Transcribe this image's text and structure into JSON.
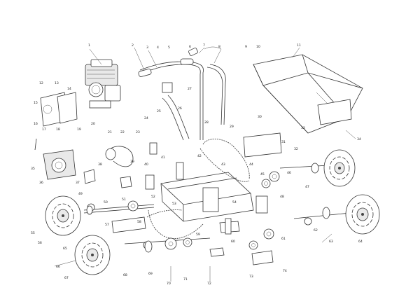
{
  "diagram": {
    "kind": "exploded parts view",
    "subject": "tracked/wheeled power barrow with dump bucket",
    "line_color": "#333333",
    "background": "#ffffff",
    "callouts": [
      "1",
      "2",
      "3",
      "4",
      "5",
      "6",
      "7",
      "8",
      "9",
      "10",
      "11",
      "12",
      "13",
      "14",
      "15",
      "16",
      "17",
      "18",
      "19",
      "20",
      "21",
      "22",
      "23",
      "24",
      "25",
      "26",
      "27",
      "28",
      "29",
      "30",
      "31",
      "32",
      "33",
      "34",
      "35",
      "36",
      "37",
      "38",
      "39",
      "40",
      "41",
      "42",
      "43",
      "44",
      "45",
      "46",
      "47",
      "48",
      "49",
      "50",
      "51",
      "52",
      "53",
      "54",
      "55",
      "56",
      "57",
      "58",
      "59",
      "60",
      "61",
      "62",
      "63",
      "64",
      "65",
      "66",
      "67",
      "68",
      "69",
      "70",
      "71",
      "72",
      "73",
      "74"
    ]
  }
}
